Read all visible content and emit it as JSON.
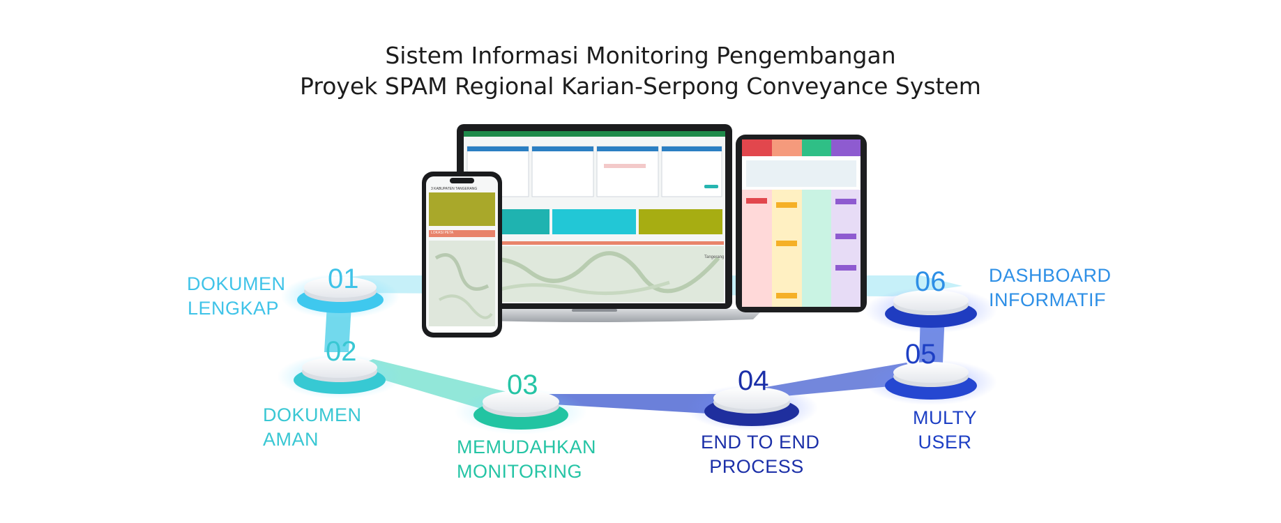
{
  "title": {
    "line1": "Sistem Informasi Monitoring Pengembangan",
    "line2": "Proyek SPAM Regional Karian-Serpong Conveyance System"
  },
  "steps": [
    {
      "number": "01",
      "line1": "DOKUMEN",
      "line2": "LENGKAP",
      "color": "#3fc3e8"
    },
    {
      "number": "02",
      "line1": "DOKUMEN",
      "line2": "AMAN",
      "color": "#39c7d3"
    },
    {
      "number": "03",
      "line1": "MEMUDAHKAN",
      "line2": "MONITORING",
      "color": "#25c4a5"
    },
    {
      "number": "04",
      "line1": "END TO END",
      "line2": "PROCESS",
      "color": "#1b2fa8"
    },
    {
      "number": "05",
      "line1": "MULTY",
      "line2": "USER",
      "color": "#1d3fc4"
    },
    {
      "number": "06",
      "line1": "DASHBOARD",
      "line2": "INFORMATIF",
      "color": "#2d8fe6"
    }
  ],
  "devices": {
    "phone": {
      "header": "3 KABUPATEN TANGERANG",
      "map_header": "LOKASI PETA"
    },
    "laptop": {
      "map_place": "Tangerang"
    }
  }
}
